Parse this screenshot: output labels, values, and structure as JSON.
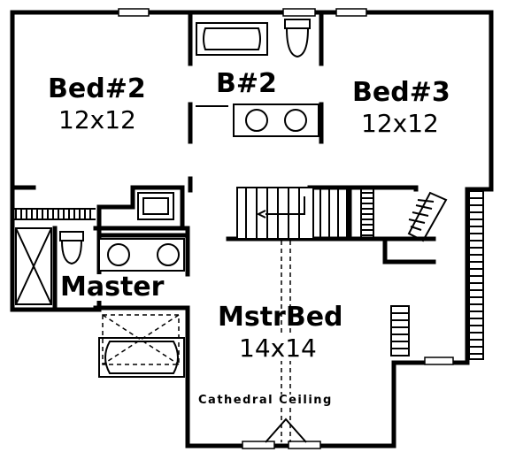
{
  "rooms": {
    "bed2": {
      "name": "Bed#2",
      "size": "12x12"
    },
    "bath2": {
      "name": "B#2"
    },
    "bed3": {
      "name": "Bed#3",
      "size": "12x12"
    },
    "master_bath": {
      "name": "Master"
    },
    "master_bed": {
      "name": "MstrBed",
      "size": "14x14"
    }
  },
  "notes": {
    "ceiling": "Cathedral Ceiling"
  }
}
